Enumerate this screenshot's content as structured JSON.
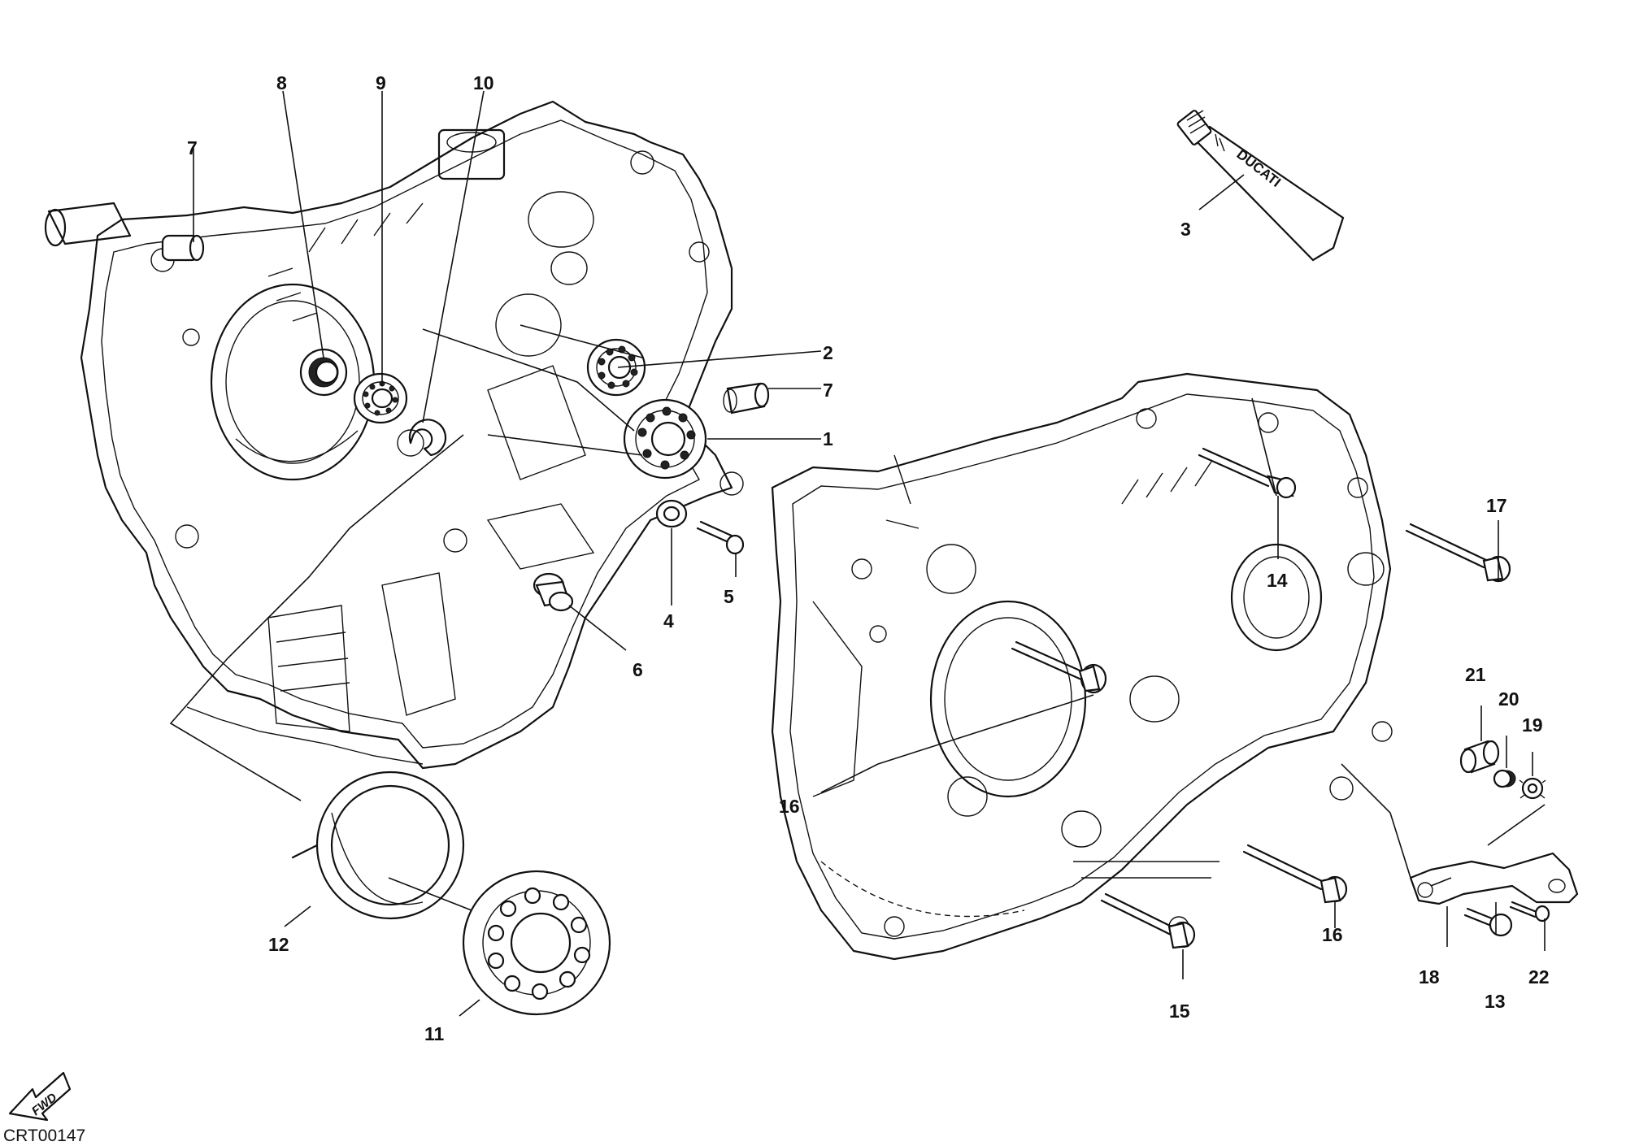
{
  "diagram": {
    "code": "CRT00147",
    "direction_label": "FWD",
    "tube_brand": "DUCATI",
    "callouts": [
      "1",
      "2",
      "3",
      "4",
      "5",
      "6",
      "7",
      "7",
      "8",
      "9",
      "10",
      "11",
      "12",
      "13",
      "14",
      "15",
      "16",
      "16",
      "17",
      "18",
      "19",
      "20",
      "21",
      "22"
    ]
  }
}
